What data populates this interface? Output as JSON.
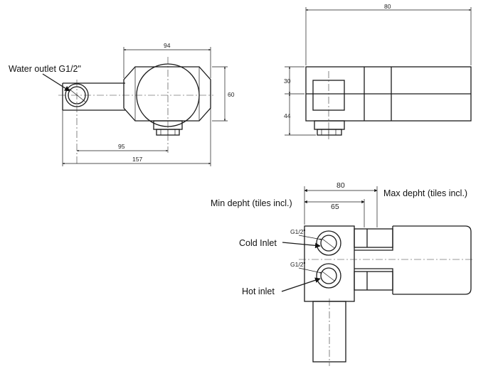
{
  "labels": {
    "water_outlet": "Water outlet G1/2\"",
    "min_depth": "Min depht (tiles incl.)",
    "max_depth": "Max depht (tiles incl.)",
    "cold_inlet": "Cold Inlet",
    "hot_inlet": "Hot inlet",
    "thread_cold": "G1/2\"",
    "thread_hot": "G1/2\""
  },
  "dims": {
    "top_width": "94",
    "height_60": "60",
    "offset_95": "95",
    "overall_157": "157",
    "side_80": "80",
    "side_30": "30",
    "side_44": "44",
    "bottom_80": "80",
    "bottom_65": "65"
  }
}
